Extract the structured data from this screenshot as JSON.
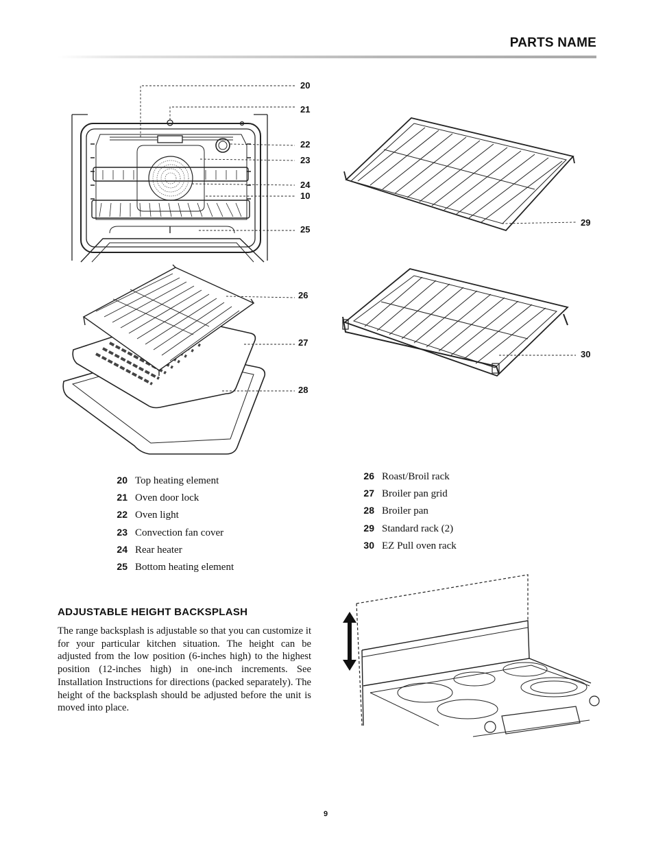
{
  "header": {
    "title": "PARTS NAME"
  },
  "callouts": {
    "c20": "20",
    "c21": "21",
    "c22": "22",
    "c23": "23",
    "c24": "24",
    "c10": "10",
    "c25": "25",
    "c26": "26",
    "c27": "27",
    "c28": "28",
    "c29": "29",
    "c30": "30"
  },
  "parts_left": [
    {
      "num": "20",
      "name": "Top heating element"
    },
    {
      "num": "21",
      "name": "Oven door lock"
    },
    {
      "num": "22",
      "name": "Oven light"
    },
    {
      "num": "23",
      "name": "Convection fan cover"
    },
    {
      "num": "24",
      "name": "Rear heater"
    },
    {
      "num": "25",
      "name": "Bottom heating element"
    }
  ],
  "parts_right": [
    {
      "num": "26",
      "name": "Roast/Broil rack"
    },
    {
      "num": "27",
      "name": "Broiler pan grid"
    },
    {
      "num": "28",
      "name": "Broiler pan"
    },
    {
      "num": "29",
      "name": "Standard rack (2)"
    },
    {
      "num": "30",
      "name": "EZ Pull oven rack"
    }
  ],
  "backsplash": {
    "title": "ADJUSTABLE HEIGHT BACKSPLASH",
    "body": "The range backsplash is adjustable so that you can customize it for your particular kitchen situation. The height can be adjusted from the low position (6-inches high) to the highest position (12-inches high) in one-inch increments. See Installation Instructions for directions (packed separately). The height of the backsplash should be adjusted before the unit is moved into place."
  },
  "page_number": "9"
}
